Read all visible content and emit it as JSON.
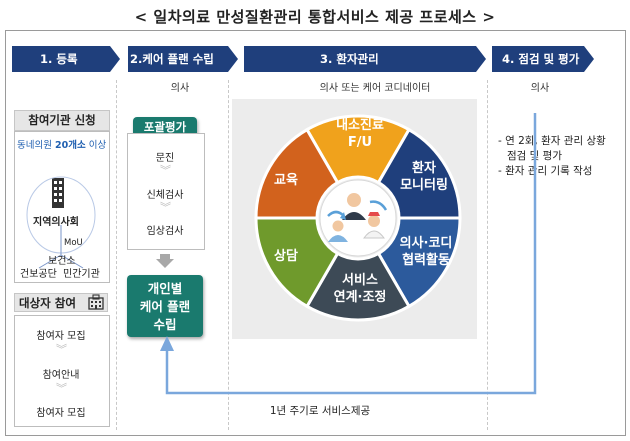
{
  "title": "< 일차의료 만성질환관리 통합서비스 제공 프로세스 >",
  "stages": [
    {
      "label": "1. 등록"
    },
    {
      "label": "2.케어 플랜 수립",
      "sub": "의사"
    },
    {
      "label": "3. 환자관리",
      "sub": "의사 또는 케어 코디네이터"
    },
    {
      "label": "4. 점검 및 평가",
      "sub": "의사"
    }
  ],
  "left": {
    "org_header": "참여기관 신청",
    "clinic_prefix": "동네의원 ",
    "clinic_count": "20개소",
    "clinic_suffix": " 이상",
    "assoc": "지역의사회",
    "mou": "MoU",
    "health_center": "보건소",
    "nhis": "건보공단",
    "private": "민간기관",
    "target_header": "대상자 참여",
    "target_steps": [
      "참여자 모집",
      "참여안내",
      "참여자 모집"
    ]
  },
  "mid": {
    "assess_label": "포괄평가",
    "steps": [
      "문진",
      "신체검사",
      "임상검사"
    ],
    "plan_lines": [
      "개인별",
      "케어 플랜",
      "수립"
    ]
  },
  "wheel": {
    "segments": [
      {
        "label": "내소진료\nF/U",
        "color": "#f0a21c"
      },
      {
        "label": "환자\n모니터링",
        "color": "#1f3f7c"
      },
      {
        "label": "의사·코디\n협력활동",
        "color": "#2c5a9c"
      },
      {
        "label": "서비스\n연계·조정",
        "color": "#3d4a56"
      },
      {
        "label": "상담",
        "color": "#6f9a2c"
      },
      {
        "label": "교육",
        "color": "#d2621d"
      }
    ]
  },
  "right": {
    "items": [
      "- 연 2회, 환자 관리 상황",
      "점검 및 평가",
      "- 환자 관리 기록 작성"
    ]
  },
  "cycle_text": "1년 주기로 서비스제공"
}
